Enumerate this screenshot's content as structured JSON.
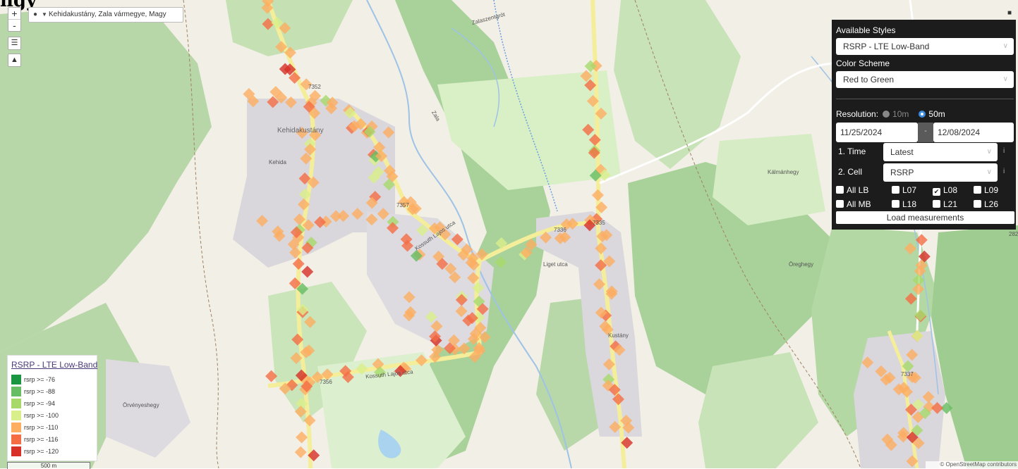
{
  "page_heading": "ngy",
  "map": {
    "search_text": "Kehidakustány, Zala vármegye, Magy",
    "zoom_in": "+",
    "zoom_out": "-",
    "places": [
      {
        "name": "Kehidakustány",
        "kind": "big"
      },
      {
        "name": "Kehida",
        "kind": "small"
      },
      {
        "name": "Kustány",
        "kind": "small"
      },
      {
        "name": "Kálmánhegy",
        "kind": "small"
      },
      {
        "name": "Öreghegy",
        "kind": "small"
      },
      {
        "name": "Örvényeshegy",
        "kind": "small"
      }
    ],
    "street_labels": [
      "Kossuth Lajos utca",
      "Kossuth Lajos utca",
      "Liget utca",
      "Zala",
      "Zalaszentgrót"
    ],
    "road_numbers": [
      "7352",
      "7357",
      "7356",
      "7335",
      "7336",
      "7337",
      "282"
    ],
    "attribution": "© OpenStreetMap contributors"
  },
  "panel": {
    "styles_label": "Available Styles",
    "styles_value": "RSRP - LTE Low-Band",
    "scheme_label": "Color Scheme",
    "scheme_value": "Red to Green",
    "resolution_label": "Resolution:",
    "res_options": [
      {
        "label": "10m",
        "selected": false
      },
      {
        "label": "50m",
        "selected": true
      }
    ],
    "date_from": "11/25/2024",
    "date_sep": "-",
    "date_to": "12/08/2024",
    "time_label": "1. Time",
    "time_value": "Latest",
    "cell_label": "2. Cell",
    "cell_value": "RSRP",
    "info_icon": "i",
    "checkboxes": [
      {
        "label": "All LB",
        "checked": false
      },
      {
        "label": "L07",
        "checked": false
      },
      {
        "label": "L08",
        "checked": true
      },
      {
        "label": "L09",
        "checked": false
      },
      {
        "label": "All MB",
        "checked": false
      },
      {
        "label": "L18",
        "checked": false
      },
      {
        "label": "L21",
        "checked": false
      },
      {
        "label": "L26",
        "checked": false
      }
    ],
    "load_button": "Load measurements"
  },
  "legend": {
    "title": "RSRP - LTE Low-Band",
    "entries": [
      {
        "label": "rsrp >= -76",
        "color": "#1a9641"
      },
      {
        "label": "rsrp >= -88",
        "color": "#66bd63"
      },
      {
        "label": "rsrp >= -94",
        "color": "#a6d96a"
      },
      {
        "label": "rsrp >= -100",
        "color": "#d9ef8b"
      },
      {
        "label": "rsrp >= -110",
        "color": "#fdae61"
      },
      {
        "label": "rsrp >= -116",
        "color": "#f46d43"
      },
      {
        "label": "rsrp >= -120",
        "color": "#d73027"
      }
    ]
  },
  "scale_label": "500 m"
}
